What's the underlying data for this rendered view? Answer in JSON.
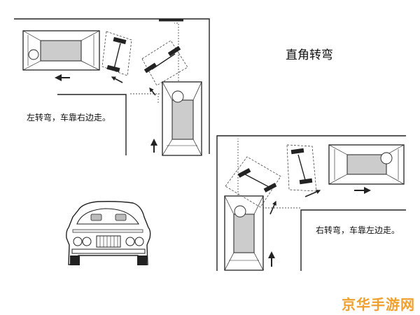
{
  "title": "直角转弯",
  "caption_left": "左转弯，车靠右边走。",
  "caption_right": "右转弯，车靠左边走。",
  "watermark": "京华手游网",
  "colors": {
    "line": "#222222",
    "car_fill": "#cccccc",
    "watermark": "#f0a030"
  },
  "icons": [
    "arrow-up-icon",
    "arrow-left-icon",
    "arrow-right-icon",
    "car-front-icon"
  ]
}
